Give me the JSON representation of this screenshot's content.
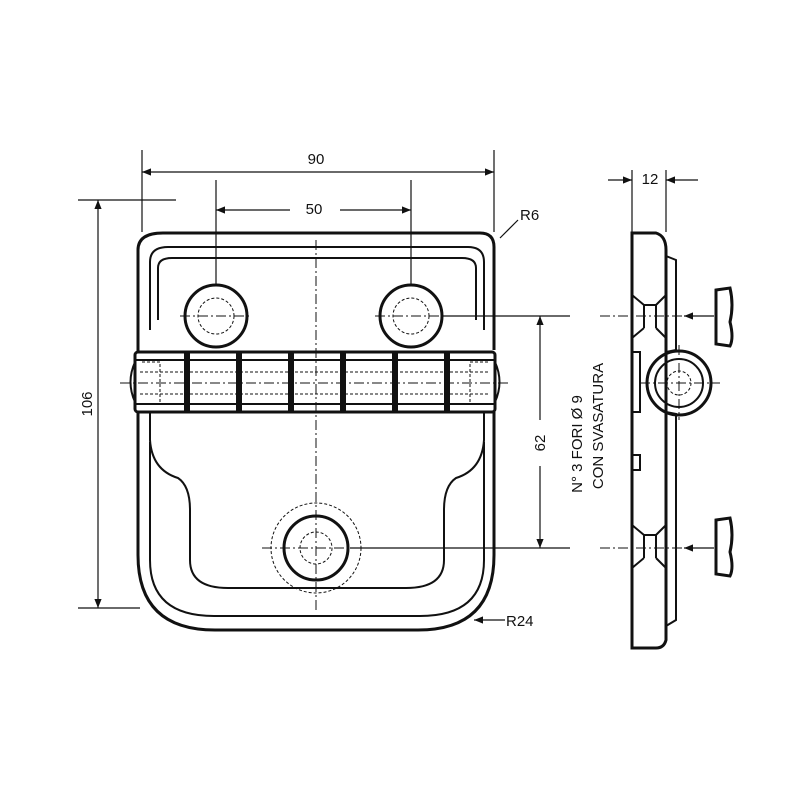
{
  "drawing": {
    "dimensions": {
      "overall_width": "90",
      "hole_spacing": "50",
      "overall_height": "106",
      "vertical_hole_spacing": "62",
      "thickness": "12"
    },
    "radii": {
      "top_corner": "R6",
      "bottom_corner": "R24"
    },
    "note": {
      "line1": "N° 3 FORI Ø 9",
      "line2": "CON SVASATURA"
    },
    "colors": {
      "ink": "#111111",
      "paper": "#ffffff"
    }
  }
}
